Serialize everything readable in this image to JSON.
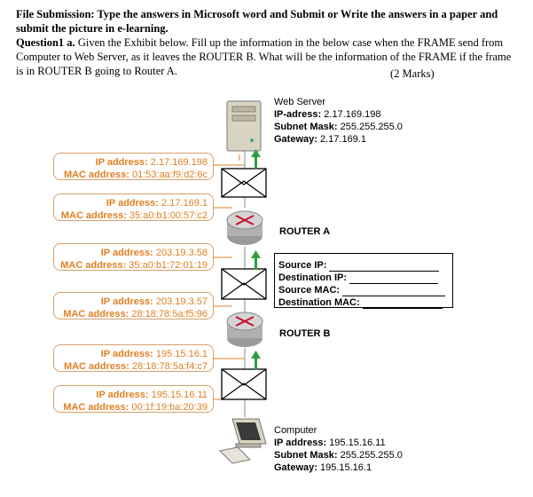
{
  "header": {
    "line1": "File Submission: Type the answers in Microsoft word and Submit or Write the answers in a paper and",
    "line2": "submit the picture in e-learning.",
    "question_label": "Question1 a.",
    "question_rest_1": " Given the Exhibit below. Fill up the information in the below case when the FRAME send from",
    "question_line2": "Computer to Web Server, as it leaves the ROUTER B. What will be the information of the FRAME if the frame",
    "question_line3": "is in ROUTER B going to Router A.",
    "marks": "(2 Marks)"
  },
  "web_server": {
    "name": "Web Server",
    "ip_label": "IP-adress:",
    "ip_value": "2.17.169.198",
    "mask_label": "Subnet Mask:",
    "mask_value": "255.255.255.0",
    "gw_label": "Gateway:",
    "gw_value": "2.17.169.1"
  },
  "computer": {
    "name": "Computer",
    "ip_label": "IP address:",
    "ip_value": "195.15.16.11",
    "mask_label": "Subnet Mask:",
    "mask_value": "255.255.255.0",
    "gw_label": "Gateway:",
    "gw_value": "195.15.16.1"
  },
  "routers": {
    "a": "ROUTER A",
    "b": "ROUTER B"
  },
  "address_boxes": [
    {
      "ip_label": "IP address:",
      "ip": "2.17.169.198",
      "mac_label": "MAC address:",
      "mac": "01:53:aa:f9:d2:6c"
    },
    {
      "ip_label": "IP address:",
      "ip": "2.17.169.1",
      "mac_label": "MAC address:",
      "mac": "35:a0:b1:00:57:c2"
    },
    {
      "ip_label": "IP address:",
      "ip": "203.19.3.58",
      "mac_label": "MAC address:",
      "mac": "35:a0:b1:72:01:19"
    },
    {
      "ip_label": "IP address:",
      "ip": "203.19.3.57",
      "mac_label": "MAC address:",
      "mac": "28:18:78:5a:f5:96"
    },
    {
      "ip_label": "IP address:",
      "ip": "195.15.16.1",
      "mac_label": "MAC address:",
      "mac": "28:18:78:5a:f4:c7"
    },
    {
      "ip_label": "IP address:",
      "ip": "195.15.16.11",
      "mac_label": "MAC address:",
      "mac": "00:1f:19:ba:20:39"
    }
  ],
  "fill_in": {
    "source_ip": "Source IP:",
    "destination_ip": "Destination IP:",
    "source_mac": "Source MAC:",
    "destination_mac": "Destination MAC:"
  },
  "colors": {
    "accent_orange": "#e07f22",
    "arrow_green": "#2e9e3e",
    "router_red": "#c8102e"
  }
}
